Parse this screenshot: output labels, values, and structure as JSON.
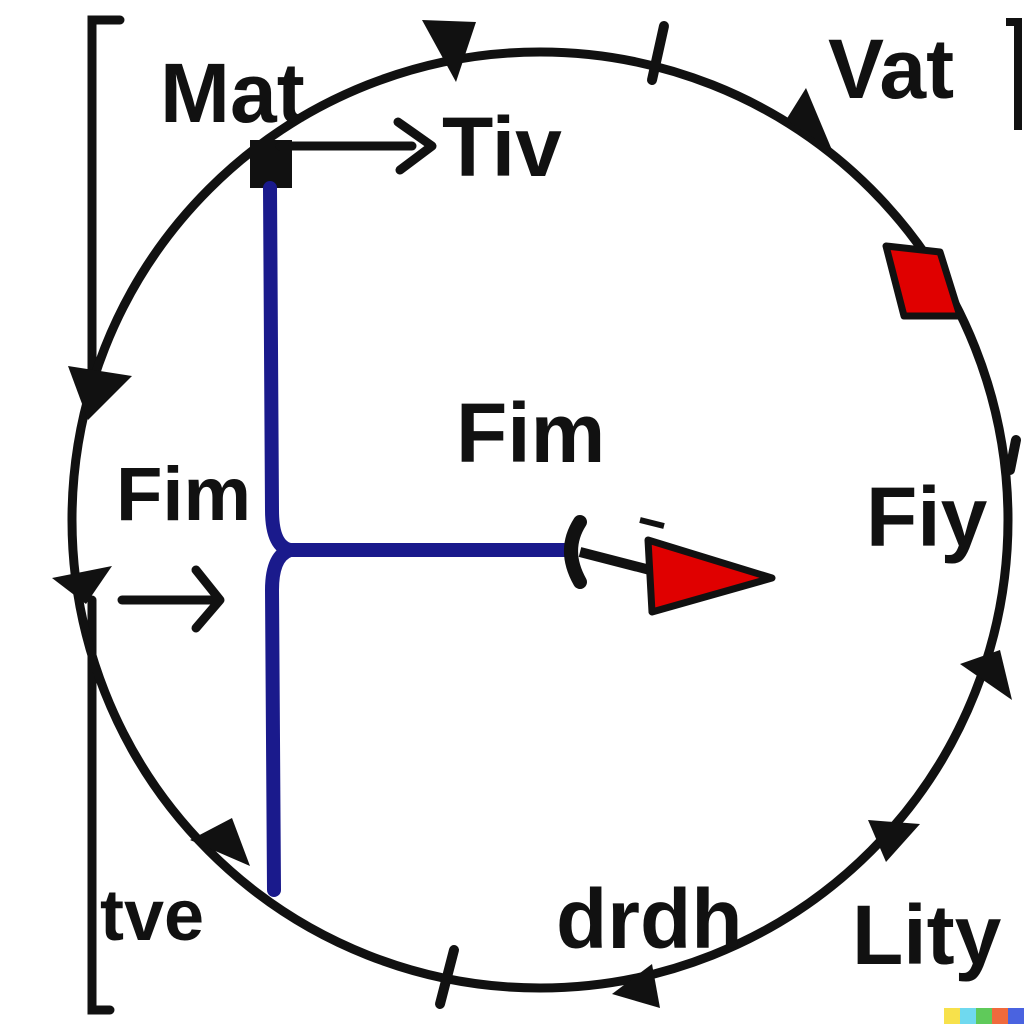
{
  "diagram": {
    "labels": {
      "top_left": "Mat",
      "top_center": "Tiv",
      "top_right": "Vat",
      "center": "Fim",
      "left": "Fim",
      "right": "Fiy",
      "bottom_left": "tve",
      "bottom_center": "drdh",
      "bottom_right": "Lity"
    },
    "colors": {
      "outline": "#111111",
      "connector": "#1a1a8c",
      "pointer": "#e00000",
      "background": "#ffffff"
    },
    "icons": [
      "circle-outline",
      "arrow-right-icon",
      "pointer-arrow-icon",
      "red-diamond-marker-icon",
      "arrowhead-icon"
    ]
  }
}
